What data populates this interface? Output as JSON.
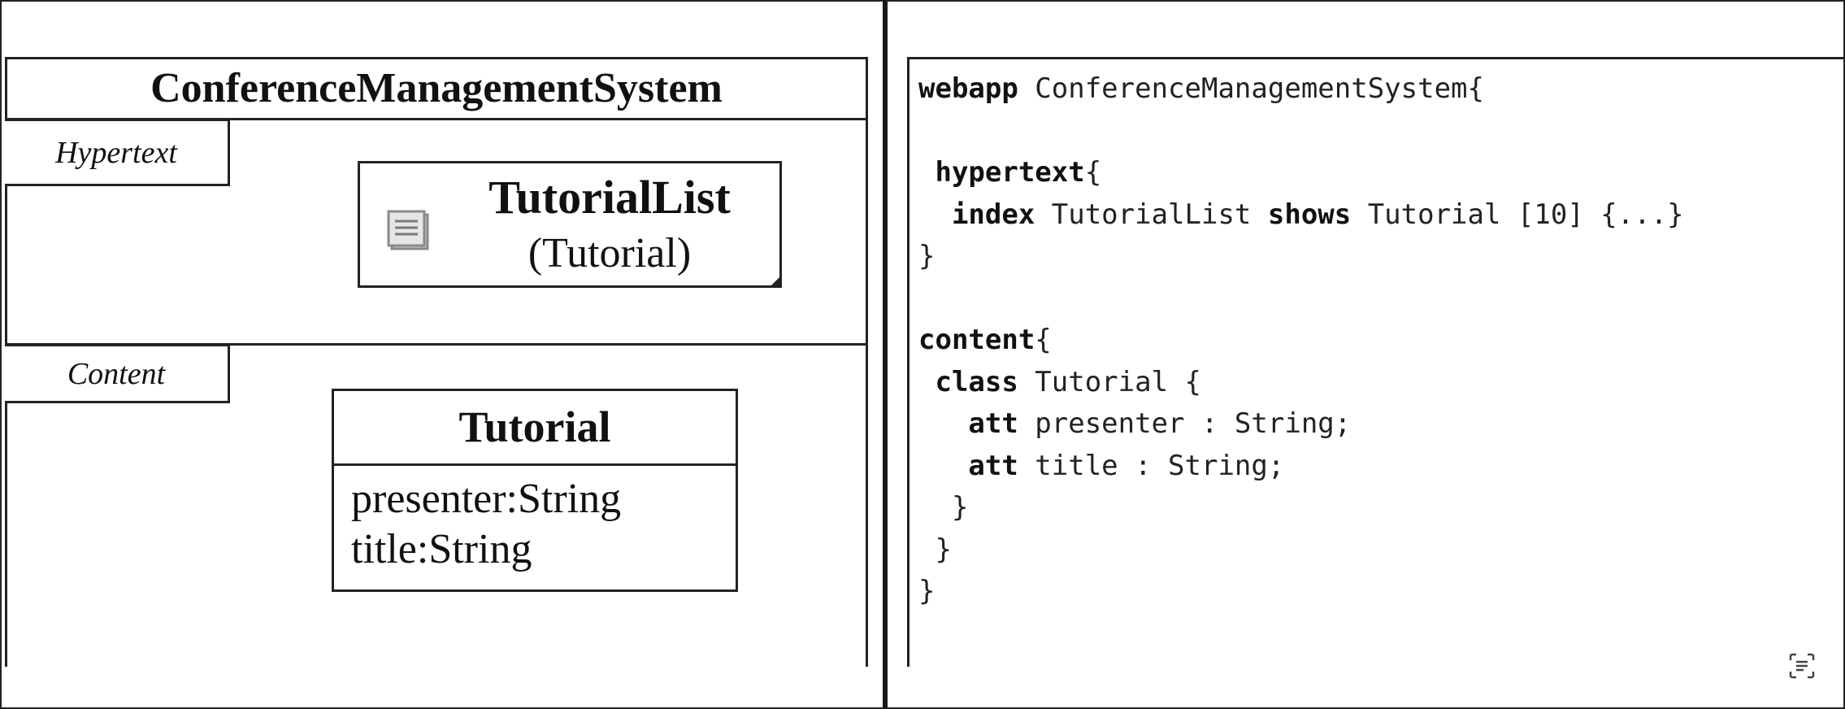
{
  "diagram": {
    "system_name": "ConferenceManagementSystem",
    "hypertext_label": "Hypertext",
    "content_label": "Content",
    "page": {
      "name": "TutorialList",
      "entity": "(Tutorial)",
      "icon": "index-page-icon"
    },
    "class": {
      "name": "Tutorial",
      "attributes": [
        "presenter:String",
        "title:String"
      ]
    }
  },
  "code": {
    "lines": [
      [
        {
          "t": "webapp ",
          "k": true
        },
        {
          "t": "ConferenceManagementSystem{",
          "k": false
        }
      ],
      [],
      [
        {
          "t": " hypertext",
          "k": true
        },
        {
          "t": "{",
          "k": false
        }
      ],
      [
        {
          "t": "  index ",
          "k": true
        },
        {
          "t": "TutorialList ",
          "k": false
        },
        {
          "t": "shows ",
          "k": true
        },
        {
          "t": "Tutorial [10] {...}",
          "k": false
        }
      ],
      [
        {
          "t": "}",
          "k": false
        }
      ],
      [],
      [
        {
          "t": "content",
          "k": true
        },
        {
          "t": "{",
          "k": false
        }
      ],
      [
        {
          "t": " class ",
          "k": true
        },
        {
          "t": "Tutorial {",
          "k": false
        }
      ],
      [
        {
          "t": "   att ",
          "k": true
        },
        {
          "t": "presenter : String;",
          "k": false
        }
      ],
      [
        {
          "t": "   att ",
          "k": true
        },
        {
          "t": "title : String;",
          "k": false
        }
      ],
      [
        {
          "t": "  }",
          "k": false
        }
      ],
      [
        {
          "t": " }",
          "k": false
        }
      ],
      [
        {
          "t": "}",
          "k": false
        }
      ]
    ]
  },
  "icons": {
    "corner": "scan-text-icon"
  }
}
